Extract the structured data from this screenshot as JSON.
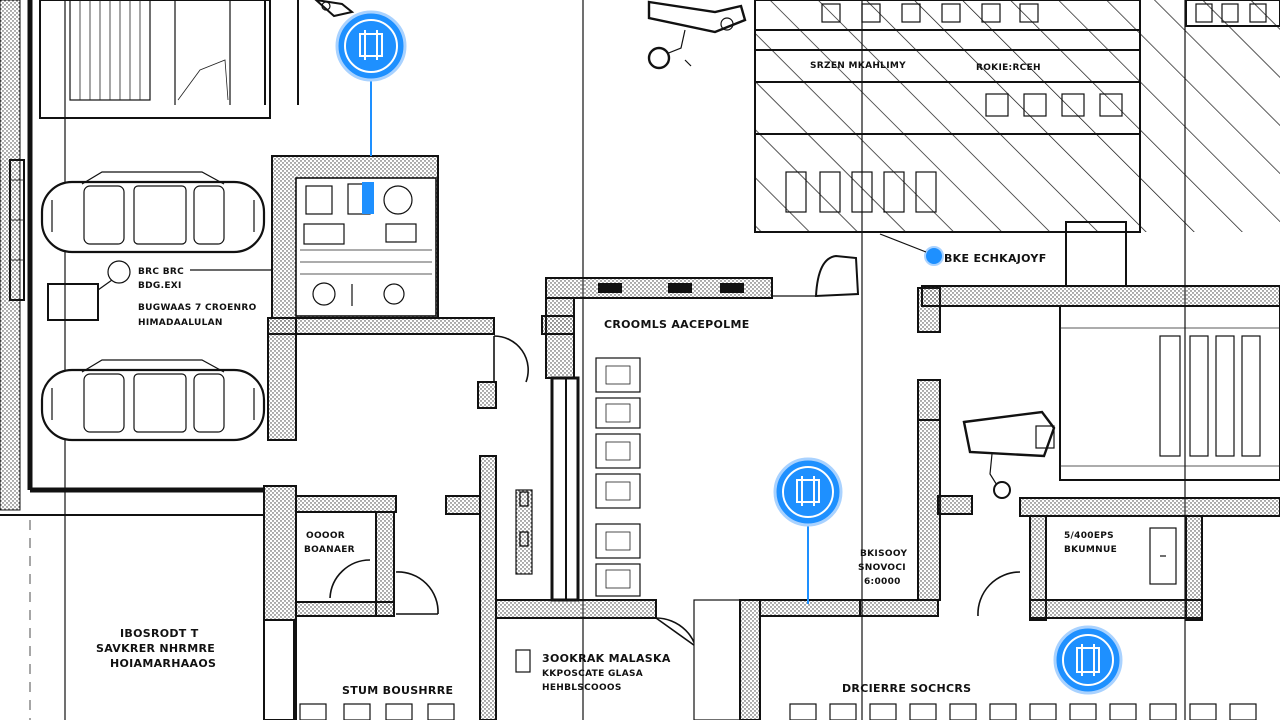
{
  "labels": {
    "small_room_top": [
      "BRC BRC",
      "BDG.EXI",
      "BUGWAAS 7 CROENRO",
      "HIMADAALULAN"
    ],
    "central_hall": "CROOMLS AACEPOLME",
    "left_small_room": [
      "OOOOR",
      "BOANAER"
    ],
    "left_lower_room": [
      "IBOSRODT T",
      "SAVKRER NHRMRE",
      "HOIAMARHAAOS"
    ],
    "right_small_room": [
      "5/400EPS",
      "BKUMNUE"
    ],
    "corridor_label": [
      "BKISOOY",
      "SNOVOCI",
      "6:0000"
    ],
    "center_lower_room": [
      "3OOKRAK MALASKA",
      "KKPOSCATE GLASA",
      "HEHBLSCOOOS"
    ],
    "bottom_left_label": "STUM BOUSHRRE",
    "bottom_right_label": "DRCIERRE SOCHCRS",
    "top_right_label": [
      "SRZEN MKAHLIMY",
      "ROKIE:RCEH"
    ],
    "top_right_mid_label": "BKE ECHKAJOYF"
  },
  "markers": [
    {
      "name": "sensor-marker-top",
      "color": "#1e90ff"
    },
    {
      "name": "sensor-marker-middle",
      "color": "#1e90ff"
    },
    {
      "name": "sensor-marker-bottom-right",
      "color": "#1e90ff"
    },
    {
      "name": "sensor-marker-small",
      "color": "#1e90ff"
    }
  ],
  "icons": [
    "security-camera-icon",
    "car-icon",
    "thermostat-icon"
  ],
  "colors": {
    "accent": "#1e90ff",
    "line": "#111111",
    "background": "#ffffff"
  }
}
